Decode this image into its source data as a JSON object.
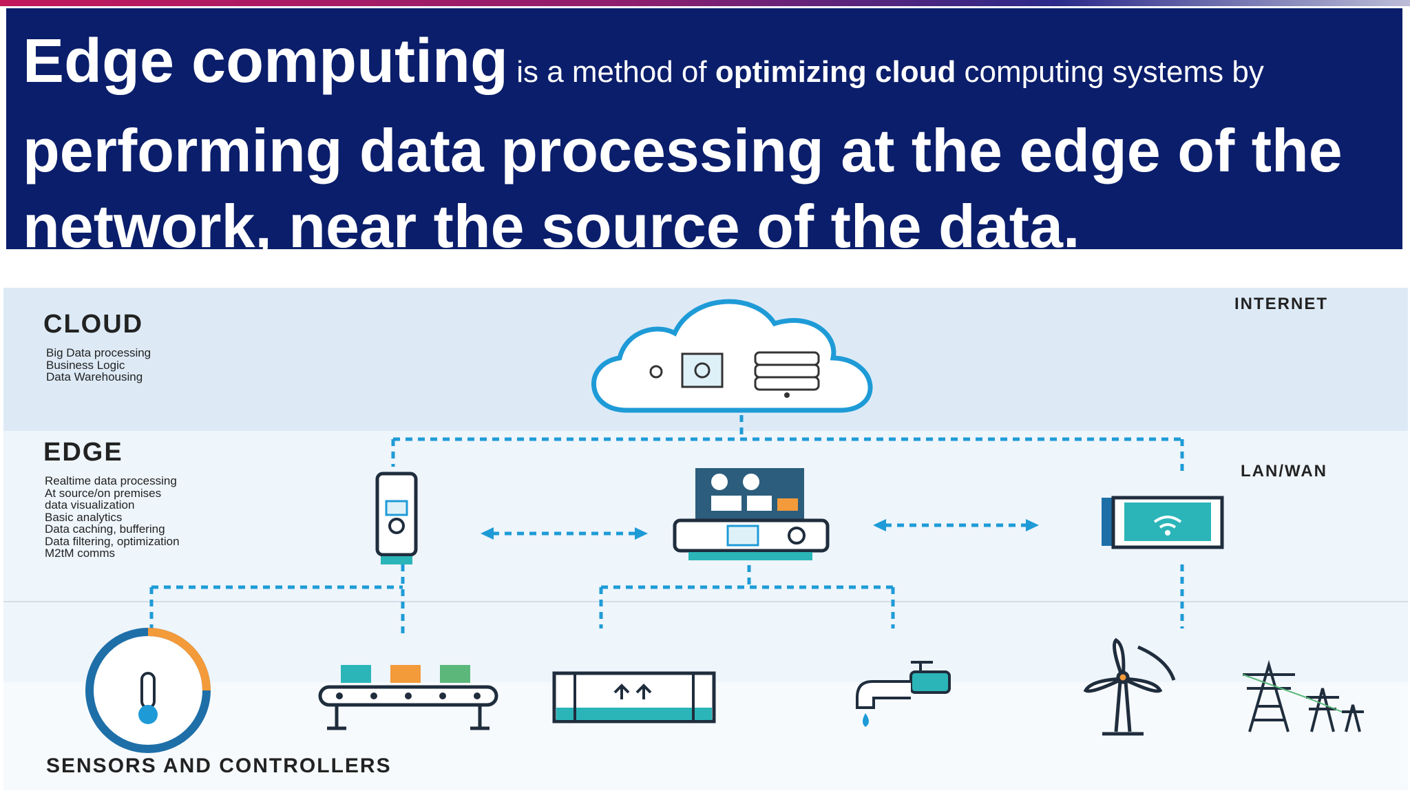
{
  "header": {
    "title": "Edge computing",
    "mid_1": " is a method of ",
    "mid_bold": "optimizing cloud",
    "mid_2": " computing systems by",
    "line_2": "performing data processing at the edge of the",
    "line_3": "network, near the source of the data."
  },
  "cloud": {
    "title": "CLOUD",
    "items": [
      "Big Data processing",
      "Business Logic",
      "Data Warehousing"
    ]
  },
  "edge": {
    "title": "EDGE",
    "items": [
      "Realtime data processing",
      "At source/on premises",
      "data visualization",
      "Basic analytics",
      "Data caching, buffering",
      "Data filtering, optimization",
      "M2tM comms"
    ]
  },
  "tags": {
    "internet": "INTERNET",
    "lanwan": "LAN/WAN",
    "sensors": "SENSORS AND CONTROLLERS"
  },
  "colors": {
    "header_bg": "#0b1e6b",
    "accent_blue": "#1e9bd7",
    "teal": "#2bb5b8",
    "orange": "#f39a3a",
    "green": "#5cb87a",
    "dark": "#1f2d3d"
  }
}
